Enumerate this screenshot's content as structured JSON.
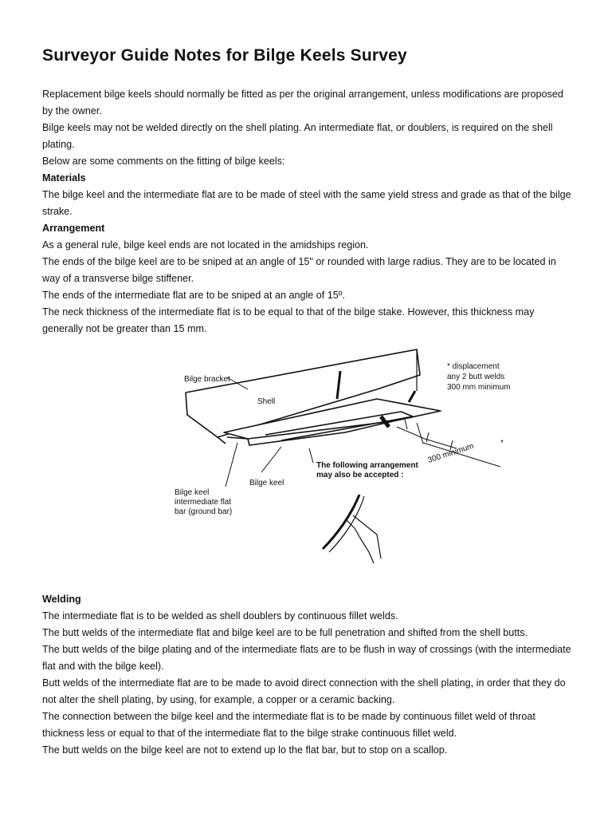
{
  "title": "Surveyor Guide Notes for Bilge Keels Survey",
  "intro": [
    "Replacement bilge keels should normally be fitted as per the original arrangement, unless modifications are proposed by the owner.",
    "Bilge keels may not be welded directly on the shell plating. An intermediate flat, or doublers, is required on the shell plating.",
    "Below are some comments on the fitting of bilge keels:"
  ],
  "materials": {
    "heading": "Materials",
    "lines": [
      "The bilge keel and the intermediate flat are to be made of steel with the same yield stress and grade as that of the bilge strake."
    ]
  },
  "arrangement": {
    "heading": "Arrangement",
    "lines": [
      "As a general rule, bilge keel ends are not located in the amidships region.",
      "The ends of the bilge keel are to be sniped at an angle of 15\" or rounded with large radius. They are to be located in way of a transverse bilge stiffener.",
      "The ends of the intermediate flat are to be sniped at an angle of 15º.",
      "The neck thickness of the intermediate flat is to be equal to that of the bilge stake. However, this thickness may generally not be greater than 15 mm."
    ]
  },
  "figure": {
    "bilge_bracket": "Bilge bracket",
    "shell": "Shell",
    "displacement_1": "* displacement",
    "displacement_2": "any 2 butt welds",
    "displacement_3": "300 mm minimum",
    "dimension": "300 minimum",
    "asterisk": "*",
    "alt_1": "The following arrangement",
    "alt_2": "may also be accepted :",
    "bilge_keel": "Bilge keel",
    "flat_1": "Bilge keel",
    "flat_2": "intermediate flat",
    "flat_3": "bar (ground bar)"
  },
  "welding": {
    "heading": "Welding",
    "lines": [
      "The intermediate flat is to be welded as shell doublers by continuous fillet welds.",
      "The butt welds of the intermediate flat and bilge keel are to be full penetration and shifted from the shell butts.",
      "The butt welds of the bilge plating and of the intermediate flats are to be flush in way of crossings (with the intermediate flat and with the bilge keel).",
      "Butt welds of the intermediate flat are to be made to avoid direct connection with the shell plating, in order that they do not alter the shell plating, by using, for example, a copper or a ceramic backing.",
      "The connection between the bilge keel and the intermediate flat is to be made by continuous fillet weld of throat thickness less or equal to that of the intermediate flat to the bilge strake continuous fillet weld.",
      "The butt welds on the bilge keel are not to extend up lo the flat bar, but to stop on a scallop."
    ]
  }
}
